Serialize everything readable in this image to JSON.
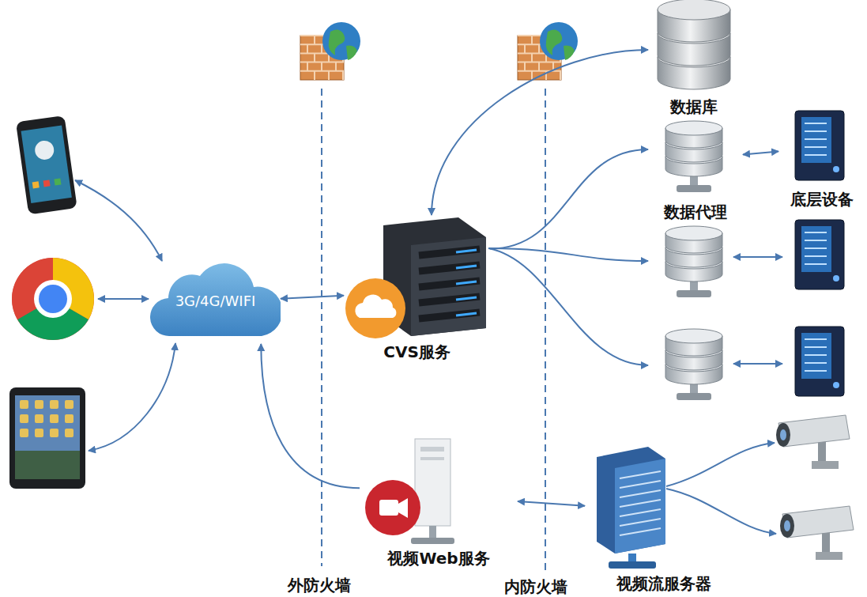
{
  "diagram": {
    "nodes": [
      {
        "text": [
          "3G/4G/WIFI"
        ]
      },
      {
        "text": [
          "CVS服务"
        ]
      },
      {
        "text": [
          "数据库"
        ]
      },
      {
        "text": [
          "数据代理"
        ]
      },
      {
        "text": [
          "底层设备"
        ]
      },
      {
        "text": [
          "视频Web服务"
        ]
      },
      {
        "text": [
          "视频流服务器"
        ]
      }
    ],
    "edges": [
      {
        "from": 0,
        "to": 1,
        "arrow": "both"
      },
      {
        "from": 1,
        "to": 2,
        "arrow": "both"
      },
      {
        "from": 1,
        "to": 3,
        "arrow": "to"
      },
      {
        "from": 3,
        "to": 4,
        "arrow": "both"
      },
      {
        "from": 5,
        "to": 0,
        "arrow": "to"
      },
      {
        "from": 5,
        "to": 6,
        "arrow": "both"
      }
    ],
    "labels": [
      "外防火墙",
      "内防火墙"
    ]
  }
}
